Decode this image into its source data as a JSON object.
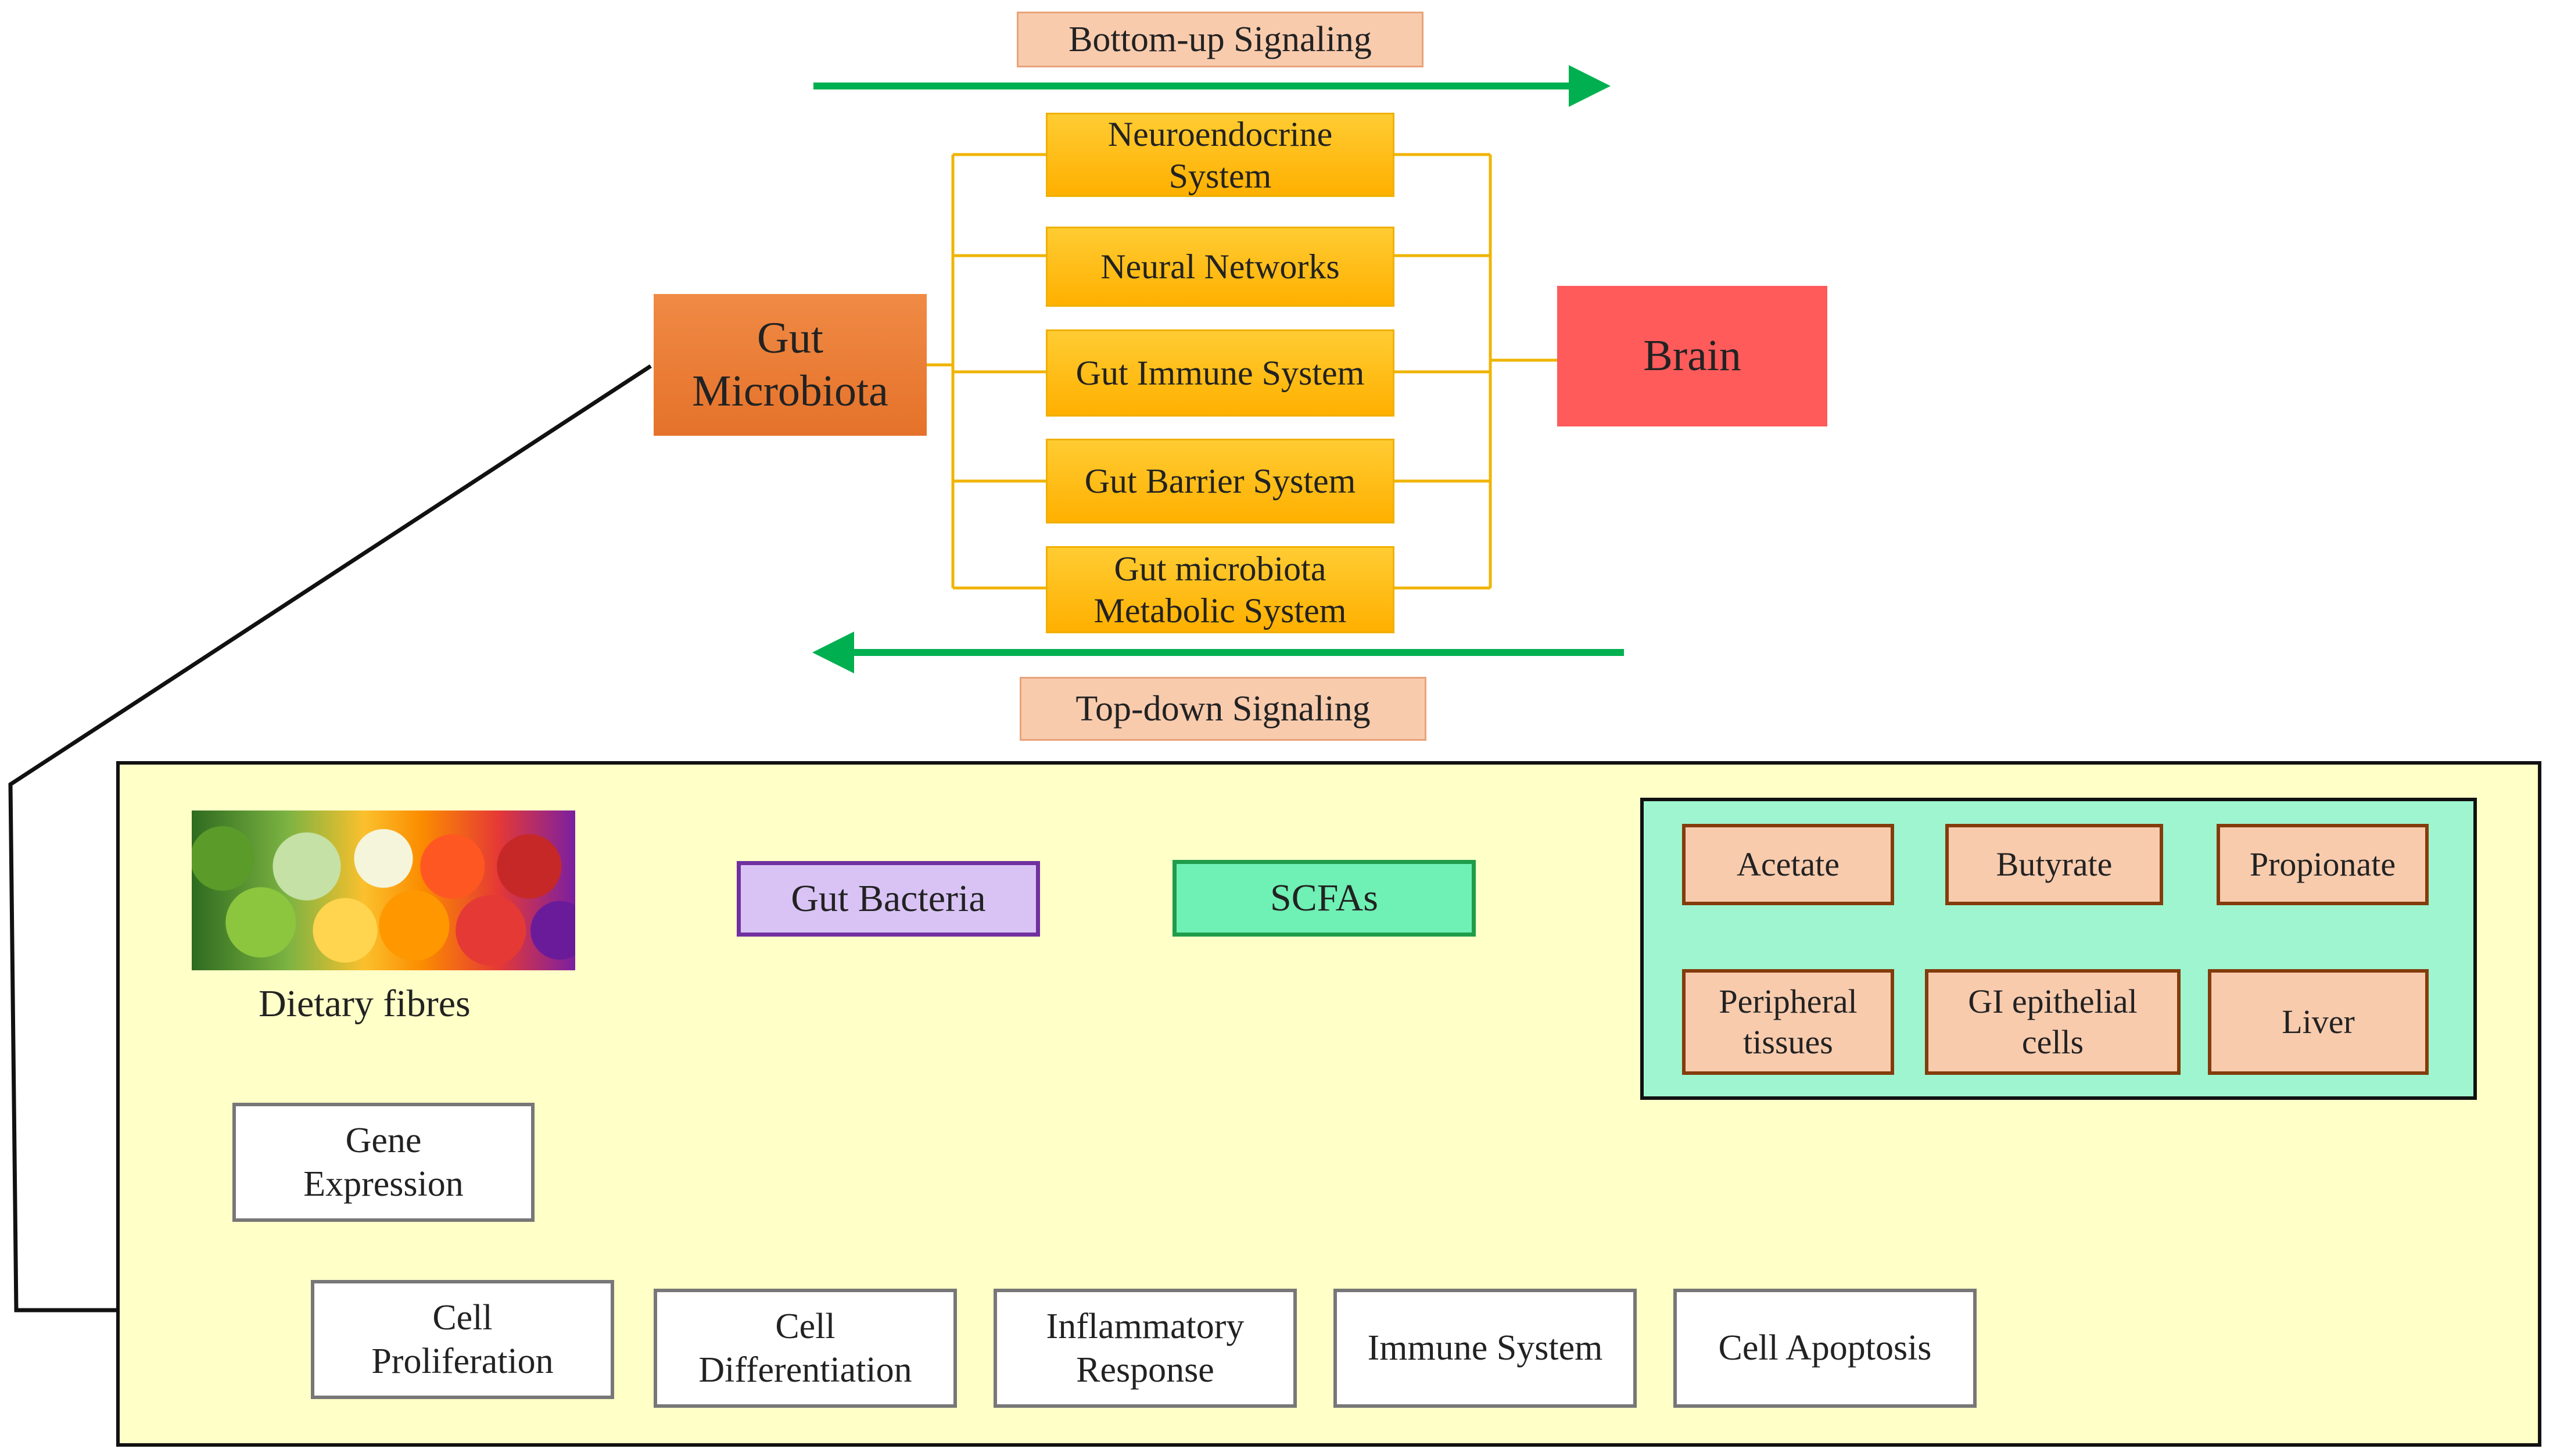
{
  "signals": {
    "bottom_up": "Bottom-up Signaling",
    "top_down": "Top-down Signaling"
  },
  "nodes": {
    "gut_microbiota": "Gut\nMicrobiota",
    "brain": "Brain"
  },
  "pathways": [
    "Neuroendocrine\nSystem",
    "Neural Networks",
    "Gut Immune System",
    "Gut Barrier System",
    "Gut microbiota\nMetabolic System"
  ],
  "detail": {
    "dietary_fibres": "Dietary fibres",
    "gut_bacteria": "Gut Bacteria",
    "scfas": "SCFAs",
    "acids": [
      {
        "name": "Acetate",
        "target": "Peripheral\ntissues"
      },
      {
        "name": "Butyrate",
        "target": "GI epithelial\ncells"
      },
      {
        "name": "Propionate",
        "target": "Liver"
      }
    ],
    "effects": [
      "Gene\nExpression",
      "Cell\nProliferation",
      "Cell\nDifferentiation",
      "Inflammatory\nResponse",
      "Immune System",
      "Cell Apoptosis"
    ]
  },
  "colors": {
    "green_arrow": "#00b050",
    "gut": "#ed7d31",
    "brain": "#ff5b5b",
    "pathway": "#ffc000",
    "panel": "#ffffc8",
    "scfa_callout": "#9ff5cf"
  }
}
